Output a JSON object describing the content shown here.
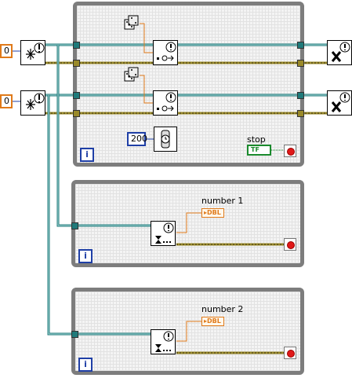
{
  "constants": {
    "queue_init_1": "0",
    "queue_init_2": "0",
    "wait_ms": "200"
  },
  "indicators": {
    "number1": {
      "label": "number 1",
      "type": "DBL"
    },
    "number2": {
      "label": "number 2",
      "type": "DBL"
    }
  },
  "controls": {
    "stop": {
      "label": "stop",
      "type": "TF"
    }
  },
  "loops": {
    "iteration_symbol": "i"
  },
  "icons": {
    "create_queue": "create-queue-icon",
    "enqueue": "enqueue-element-icon",
    "dequeue": "dequeue-element-icon",
    "release_queue": "release-queue-icon",
    "random": "random-number-dice-icon",
    "wait": "wait-ms-icon",
    "stop_terminal": "loop-stop-terminal-icon"
  },
  "colors": {
    "refnum_wire": "#1f7a7a",
    "error_wire": "#9a8a2a",
    "double_wire": "#e07a1a",
    "boolean": "#1a8a2c",
    "integer": "#1f3fa6",
    "loop_border": "#7d7d7d"
  }
}
